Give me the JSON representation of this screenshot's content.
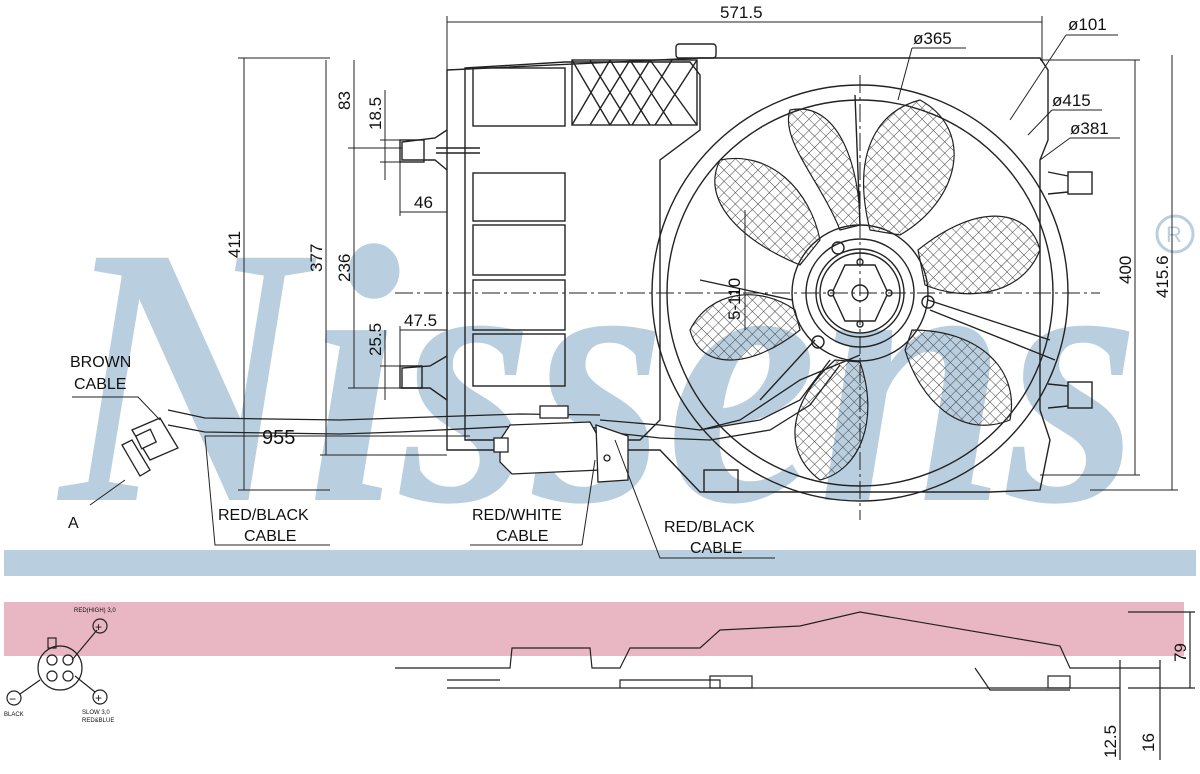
{
  "watermark": {
    "brand": "Nissens",
    "registered_mark": "®"
  },
  "colors": {
    "watermark_blue": "#b9cfe0",
    "band_blue": "#b9cfe0",
    "band_pink": "#e9b7c4",
    "line": "#222222",
    "mesh": "#555555"
  },
  "dimensions": {
    "overall_width": "571.5",
    "fan_ring_dia": "ø365",
    "mount_dia": "ø101",
    "outer_dia": "ø415",
    "inner_dia": "ø381",
    "height_411": "411",
    "height_377": "377",
    "height_83": "83",
    "height_18_5": "18.5",
    "width_46": "46",
    "height_236": "236",
    "height_25_5": "25.5",
    "width_47_5": "47.5",
    "cable_length": "955",
    "angle": "5-110",
    "right_400": "400",
    "right_415_6": "415.6",
    "side_79": "79",
    "side_12_5": "12.5",
    "side_16": "16"
  },
  "callouts": {
    "brown_cable_1": "BROWN",
    "brown_cable_2": "CABLE",
    "view_a": "A",
    "red_black_1_l1": "RED/BLACK",
    "red_black_1_l2": "CABLE",
    "red_white_l1": "RED/WHITE",
    "red_white_l2": "CABLE",
    "red_black_2_l1": "RED/BLACK",
    "red_black_2_l2": "CABLE"
  },
  "connector": {
    "plus_top": "+",
    "red_label": "RED(HIGH) 3,0",
    "minus": "−",
    "black": "BLACK",
    "plus_right": "+",
    "slow_1": "SLOW 3,0",
    "slow_2": "RED&BLUE"
  }
}
